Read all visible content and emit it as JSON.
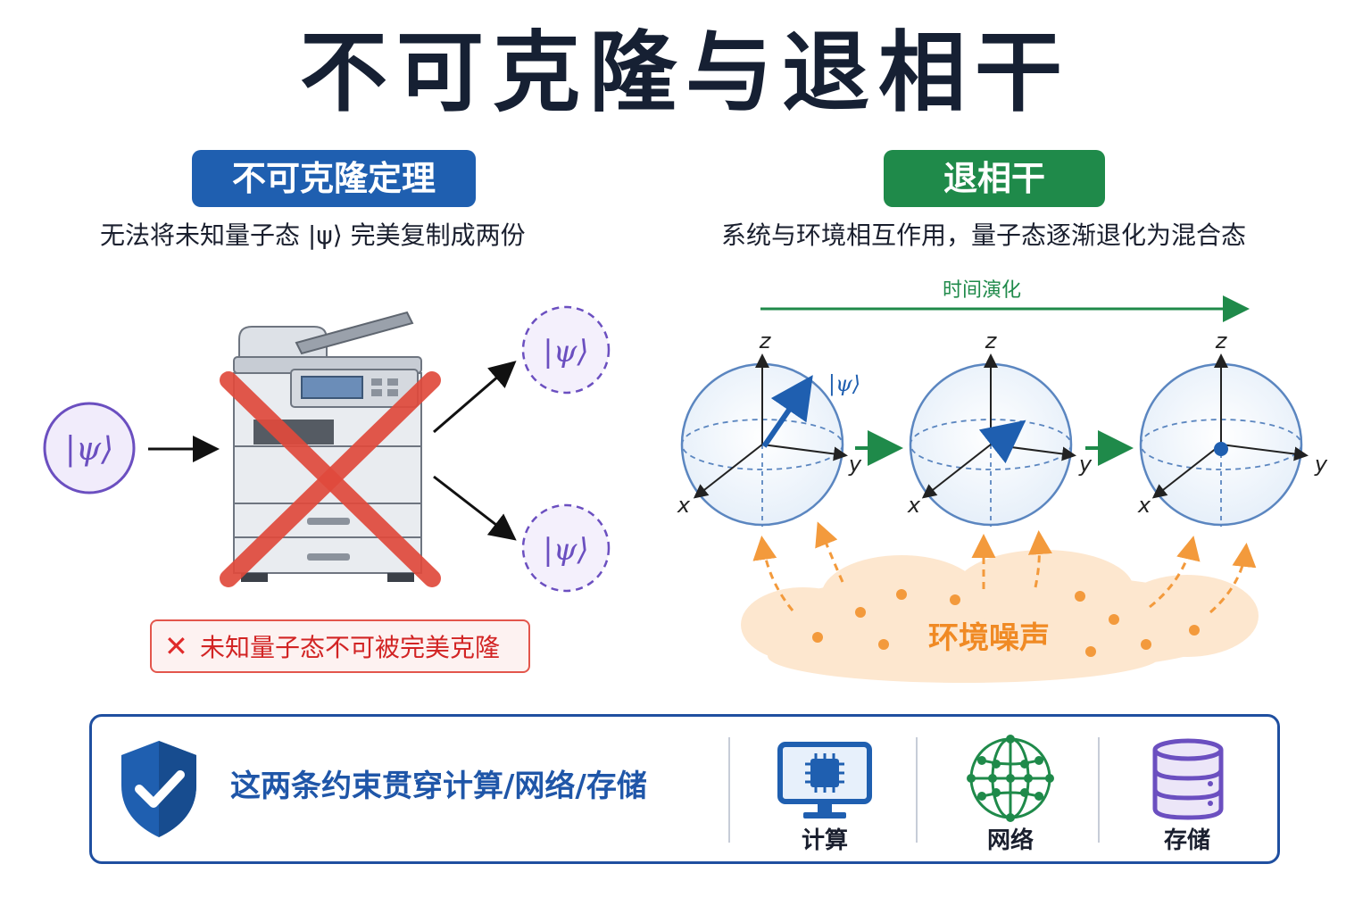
{
  "title": "不可克隆与退相干",
  "no_cloning": {
    "heading": "不可克隆定理",
    "subtitle": "无法将未知量子态 |ψ⟩ 完美复制成两份",
    "state_label": "|ψ⟩",
    "copy_label_1": "|ψ⟩",
    "copy_label_2": "|ψ⟩",
    "warning_icon": "✕",
    "warning": "未知量子态不可被完美克隆",
    "colors": {
      "heading_bg": "#1f5fb0",
      "cross": "#e04a3c",
      "state": "#6b4fc0"
    }
  },
  "decoherence": {
    "heading": "退相干",
    "subtitle": "系统与环境相互作用，量子态逐渐退化为混合态",
    "time_label": "时间演化",
    "state_label": "|ψ⟩",
    "axis_z": "z",
    "axis_y": "y",
    "axis_x": "x",
    "noise_label": "环境噪声",
    "colors": {
      "heading_bg": "#1f8a4a",
      "arrow": "#1f8a4a",
      "vector": "#1f5fb0",
      "noise": "#f39a3c"
    }
  },
  "summary": {
    "text": "这两条约束贯穿计算/网络/存储",
    "shield_icon": "shield-check-icon",
    "items": [
      {
        "icon": "computer-chip-icon",
        "label": "计算"
      },
      {
        "icon": "network-globe-icon",
        "label": "网络"
      },
      {
        "icon": "database-icon",
        "label": "存储"
      }
    ],
    "colors": {
      "border": "#1f4fa0",
      "text": "#1f56a8"
    }
  }
}
